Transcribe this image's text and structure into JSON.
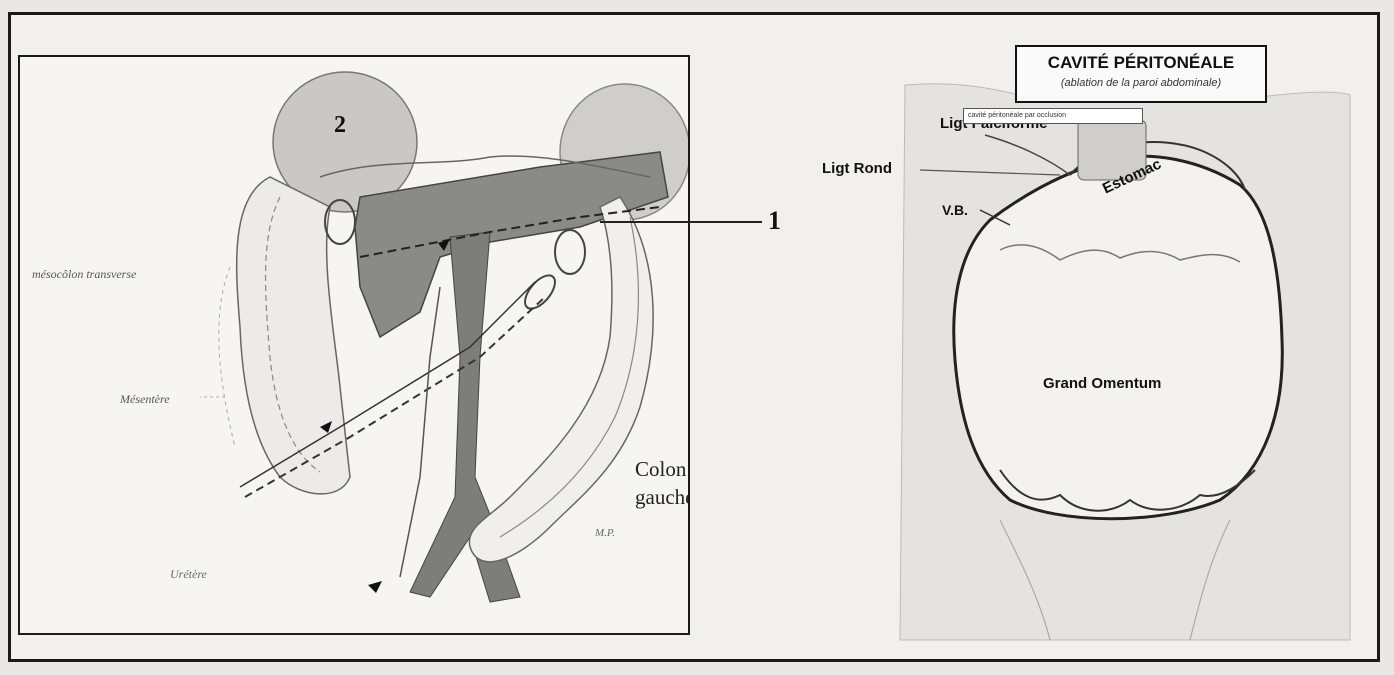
{
  "left_figure": {
    "labels": {
      "number_1": "1",
      "number_2": "2",
      "mesocolon": "mésocôlon transverse",
      "mesentere": "Mésentère",
      "colon_line1": "Colon",
      "colon_line2": "gauche",
      "mp": "M.P.",
      "uretere": "Urétère"
    }
  },
  "right_figure": {
    "title": "CAVITÉ PÉRITONÉALE",
    "subtitle": "(ablation de la paroi abdominale)",
    "tooltip": "cavité péritonéale par occlusion",
    "labels": {
      "ligt_falciforme": "Ligt Falciforme",
      "ligt_rond": "Ligt Rond",
      "vb": "V.B.",
      "estomac": "Estomac",
      "grand_omentum": "Grand Omentum"
    }
  }
}
